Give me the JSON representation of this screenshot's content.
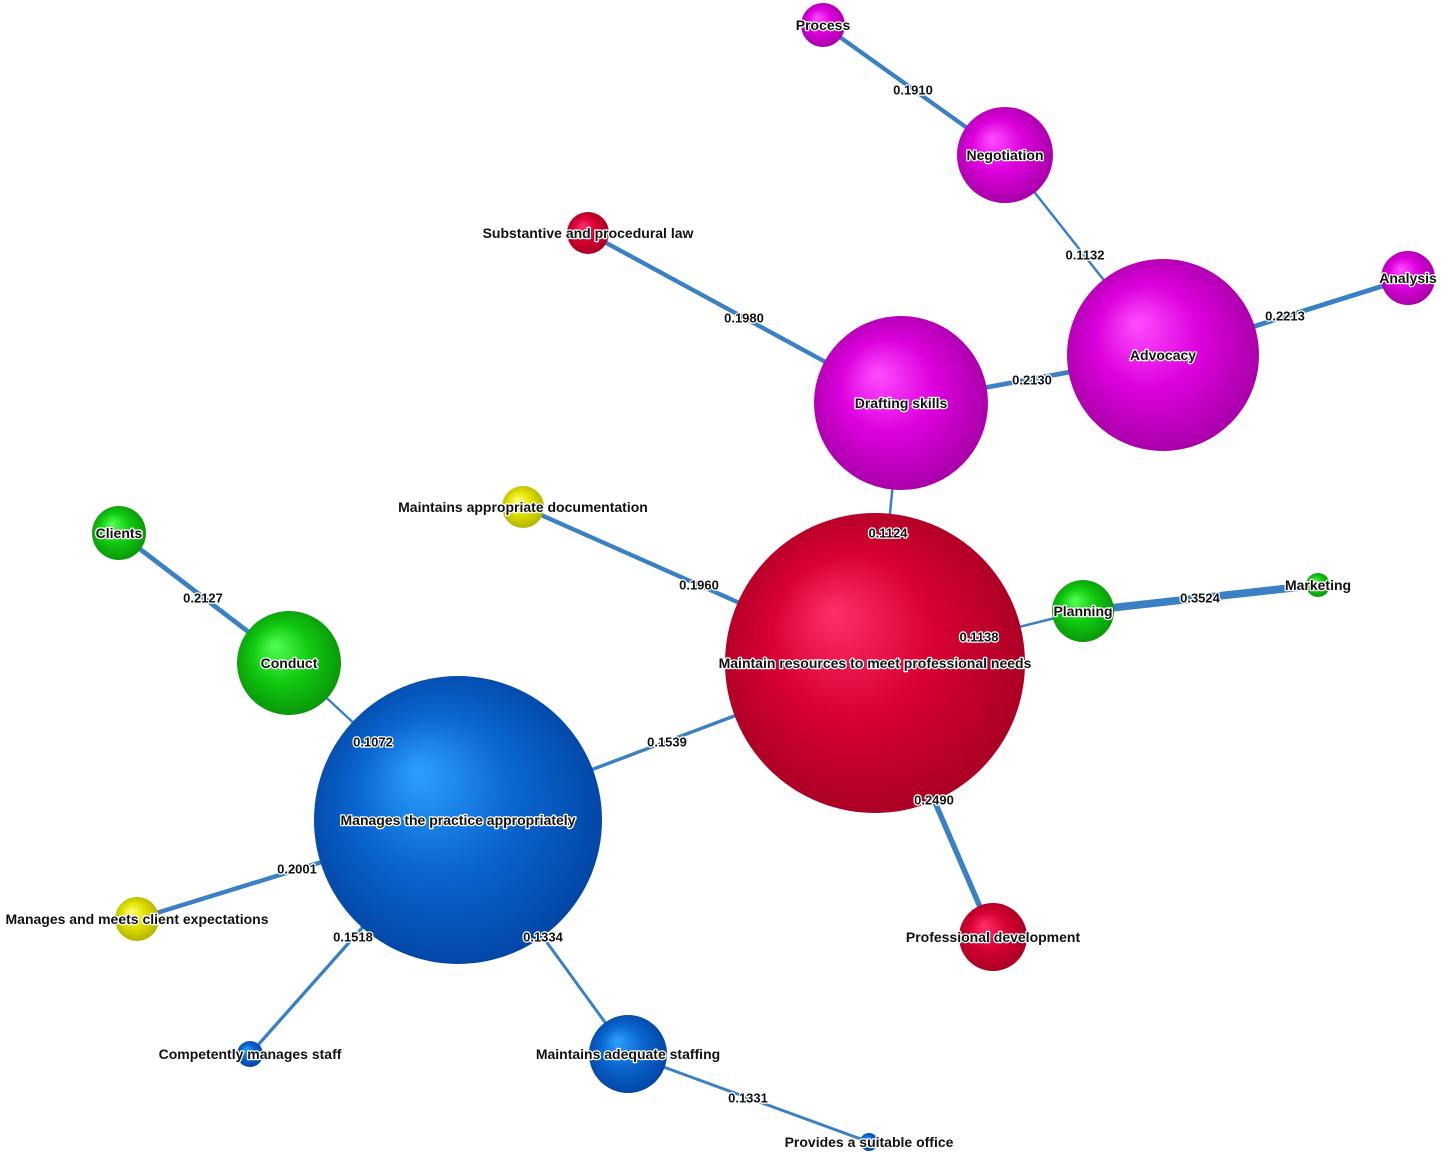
{
  "colors": {
    "edge": "#3a80c4",
    "background": "#ffffff"
  },
  "groups": {
    "magenta": {
      "light": "#ff4dff",
      "mid": "#dd00dd",
      "dark": "#9a009a"
    },
    "red": {
      "light": "#ff2f6a",
      "mid": "#d80032",
      "dark": "#9e0020"
    },
    "green": {
      "light": "#55ff55",
      "mid": "#11cc11",
      "dark": "#078807"
    },
    "yellow": {
      "light": "#ffff77",
      "mid": "#e2e200",
      "dark": "#a6a600"
    },
    "blue": {
      "light": "#2ea0ff",
      "mid": "#0a66d0",
      "dark": "#003d99"
    }
  },
  "nodes": [
    {
      "id": "process",
      "label": "Process",
      "group": "magenta"
    },
    {
      "id": "negotiation",
      "label": "Negotiation",
      "group": "magenta"
    },
    {
      "id": "advocacy",
      "label": "Advocacy",
      "group": "magenta"
    },
    {
      "id": "analysis",
      "label": "Analysis",
      "group": "magenta"
    },
    {
      "id": "drafting",
      "label": "Drafting skills",
      "group": "magenta"
    },
    {
      "id": "substantive",
      "label": "Substantive and procedural law",
      "group": "red"
    },
    {
      "id": "maintain_resources",
      "label": "Maintain resources to meet professional needs",
      "group": "red"
    },
    {
      "id": "professional_dev",
      "label": "Professional development",
      "group": "red"
    },
    {
      "id": "documentation",
      "label": "Maintains appropriate documentation",
      "group": "yellow"
    },
    {
      "id": "client_expect",
      "label": "Manages and meets client expectations",
      "group": "yellow"
    },
    {
      "id": "clients",
      "label": "Clients",
      "group": "green"
    },
    {
      "id": "conduct",
      "label": "Conduct",
      "group": "green"
    },
    {
      "id": "planning",
      "label": "Planning",
      "group": "green"
    },
    {
      "id": "marketing",
      "label": "Marketing",
      "group": "green"
    },
    {
      "id": "manages_practice",
      "label": "Manages the practice appropriately",
      "group": "blue"
    },
    {
      "id": "staff",
      "label": "Competently manages staff",
      "group": "blue"
    },
    {
      "id": "staffing",
      "label": "Maintains adequate staffing",
      "group": "blue"
    },
    {
      "id": "office",
      "label": "Provides a suitable office",
      "group": "blue"
    }
  ],
  "edges": [
    {
      "source": "process",
      "target": "negotiation",
      "weight": "0.1910"
    },
    {
      "source": "negotiation",
      "target": "advocacy",
      "weight": "0.1132"
    },
    {
      "source": "advocacy",
      "target": "analysis",
      "weight": "0.2213"
    },
    {
      "source": "drafting",
      "target": "advocacy",
      "weight": "0.2130"
    },
    {
      "source": "substantive",
      "target": "drafting",
      "weight": "0.1980"
    },
    {
      "source": "drafting",
      "target": "maintain_resources",
      "weight": "0.1124"
    },
    {
      "source": "documentation",
      "target": "maintain_resources",
      "weight": "0.1960"
    },
    {
      "source": "maintain_resources",
      "target": "planning",
      "weight": "0.1138"
    },
    {
      "source": "planning",
      "target": "marketing",
      "weight": "0.3524"
    },
    {
      "source": "maintain_resources",
      "target": "professional_dev",
      "weight": "0.2490"
    },
    {
      "source": "manages_practice",
      "target": "maintain_resources",
      "weight": "0.1539"
    },
    {
      "source": "clients",
      "target": "conduct",
      "weight": "0.2127"
    },
    {
      "source": "conduct",
      "target": "manages_practice",
      "weight": "0.1072"
    },
    {
      "source": "manages_practice",
      "target": "client_expect",
      "weight": "0.2001"
    },
    {
      "source": "manages_practice",
      "target": "staff",
      "weight": "0.1518"
    },
    {
      "source": "manages_practice",
      "target": "staffing",
      "weight": "0.1334"
    },
    {
      "source": "staffing",
      "target": "office",
      "weight": "0.1331"
    }
  ]
}
